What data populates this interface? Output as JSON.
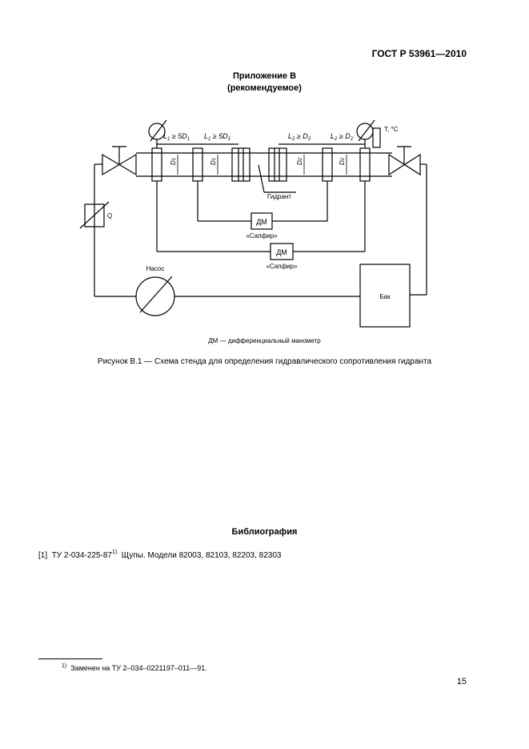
{
  "header": {
    "doc_code": "ГОСТ Р 53961—2010"
  },
  "annex": {
    "title": "Приложение В",
    "subtitle": "(рекомендуемое)"
  },
  "diagram": {
    "labels": {
      "seg1": "L",
      "seg1_sub": "1",
      "seg1_rest": " ≥ 5D",
      "seg1_rest_sub": "1",
      "seg2": "L",
      "seg2_sub": "1",
      "seg2_rest": " ≥ 5D",
      "seg2_rest_sub": "1",
      "seg3": "L",
      "seg3_sub": "2",
      "seg3_rest": " ≥ D",
      "seg3_rest_sub": "2",
      "seg4": "L",
      "seg4_sub": "2",
      "seg4_rest": " ≥ D",
      "seg4_rest_sub": "2",
      "d1a": "D",
      "d1a_sub": "1",
      "d1b": "D",
      "d1b_sub": "1",
      "d2a": "D",
      "d2a_sub": "2",
      "d2b": "D",
      "d2b_sub": "2",
      "temperature": "T, °C",
      "flow": "Q",
      "hydrant": "Гидрант",
      "dm1": "ДМ",
      "dm1_caption": "«Сапфир»",
      "dm2": "ДМ",
      "dm2_caption": "«Сапфир»",
      "pump": "Насос",
      "tank": "Бак"
    }
  },
  "legend": "ДМ — дифференциальный манометр",
  "figure_caption": "Рисунок В.1 — Схема стенда для определения гидравлического сопротивления гидранта",
  "bibliography": {
    "title": "Библиография",
    "items": [
      {
        "num": "[1]",
        "code": "ТУ 2-034-225-87",
        "ref": "1)",
        "text": "Щупы. Модели 82003, 82103, 82203, 82303"
      }
    ]
  },
  "footnote": {
    "ref": "1)",
    "text": "Заменен на ТУ 2–034–0221197–011—91."
  },
  "page_number": "15"
}
